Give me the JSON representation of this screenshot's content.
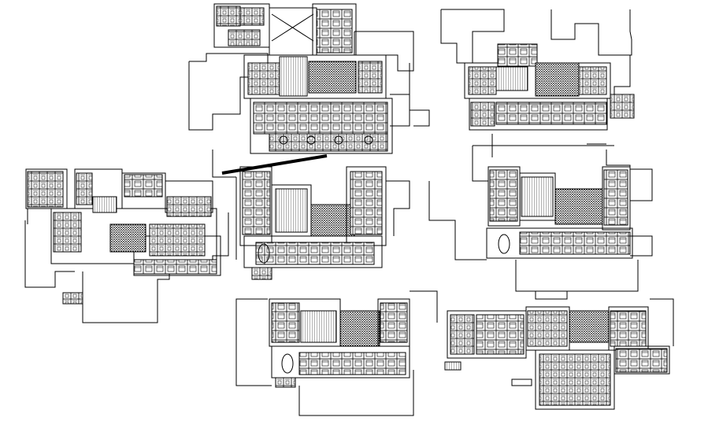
{
  "drawing": {
    "ink_color": "#000000",
    "paper_color": "#ffffff",
    "plans": [
      {
        "id": "plan-top-center"
      },
      {
        "id": "plan-top-right"
      },
      {
        "id": "plan-mid-left"
      },
      {
        "id": "plan-mid-center"
      },
      {
        "id": "plan-mid-right"
      },
      {
        "id": "plan-bottom-center"
      },
      {
        "id": "plan-bottom-right"
      }
    ]
  }
}
